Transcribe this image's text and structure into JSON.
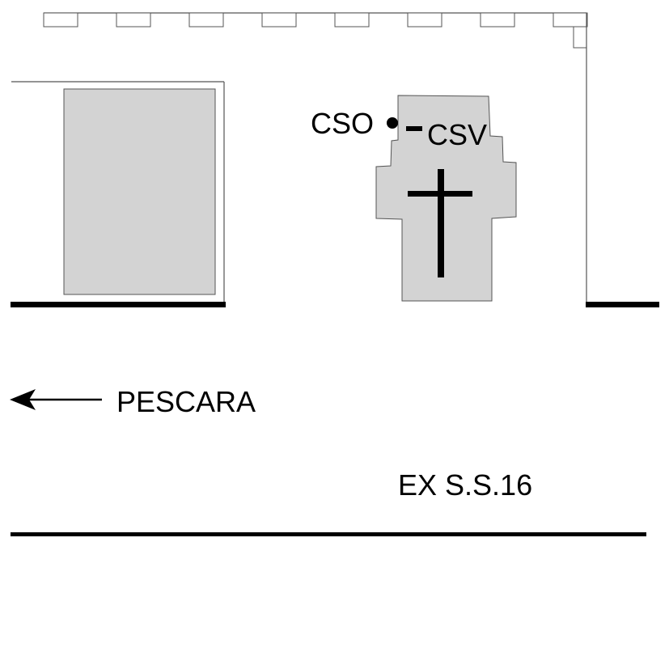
{
  "colors": {
    "background": "#ffffff",
    "line": "#000000",
    "fill": "#d3d3d3",
    "outline": "#555555"
  },
  "labels": {
    "cso": "CSO",
    "csv": "CSV",
    "direction": "PESCARA",
    "road": "EX S.S.16"
  },
  "icons": {
    "arrow": "arrow-left-icon",
    "cross": "cross-icon",
    "cso_marker": "dot-marker-icon",
    "csv_marker": "dash-marker-icon"
  }
}
